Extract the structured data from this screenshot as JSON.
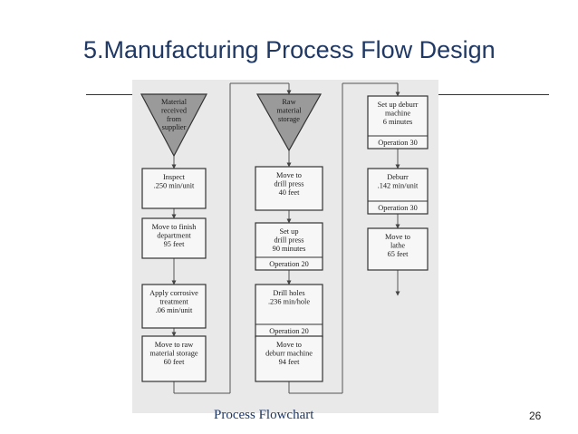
{
  "slide": {
    "title": "5.Manufacturing Process Flow Design",
    "caption": "Process Flowchart",
    "page_number": "26"
  },
  "flowchart": {
    "column1": {
      "start": [
        "Material",
        "received",
        "from",
        "supplier"
      ],
      "steps": [
        {
          "lines": [
            "Inspect",
            ".250 min/unit"
          ]
        },
        {
          "lines": [
            "Move to finish",
            "department",
            "95 feet"
          ]
        },
        {
          "lines": [
            "Apply corrosive",
            "treatment",
            ".06 min/unit"
          ]
        },
        {
          "lines": [
            "Move to raw",
            "material storage",
            "60 feet"
          ]
        }
      ]
    },
    "column2": {
      "start": [
        "Raw",
        "material",
        "storage"
      ],
      "steps": [
        {
          "lines": [
            "Move to",
            "drill press",
            "40 feet"
          ]
        },
        {
          "lines": [
            "Set up",
            "drill press",
            "90 minutes"
          ],
          "op": "Operation 20"
        },
        {
          "lines": [
            "Drill holes",
            ".236 min/hole"
          ],
          "op": "Operation 20"
        },
        {
          "lines": [
            "Move to",
            "deburr machine",
            "94 feet"
          ]
        }
      ]
    },
    "column3": {
      "steps": [
        {
          "lines": [
            "Set up deburr",
            "machine",
            "6 minutes"
          ],
          "op": "Operation 30"
        },
        {
          "lines": [
            "Deburr",
            ".142 min/unit"
          ],
          "op": "Operation 30"
        },
        {
          "lines": [
            "Move to",
            "lathe",
            "65 feet"
          ]
        }
      ]
    }
  }
}
